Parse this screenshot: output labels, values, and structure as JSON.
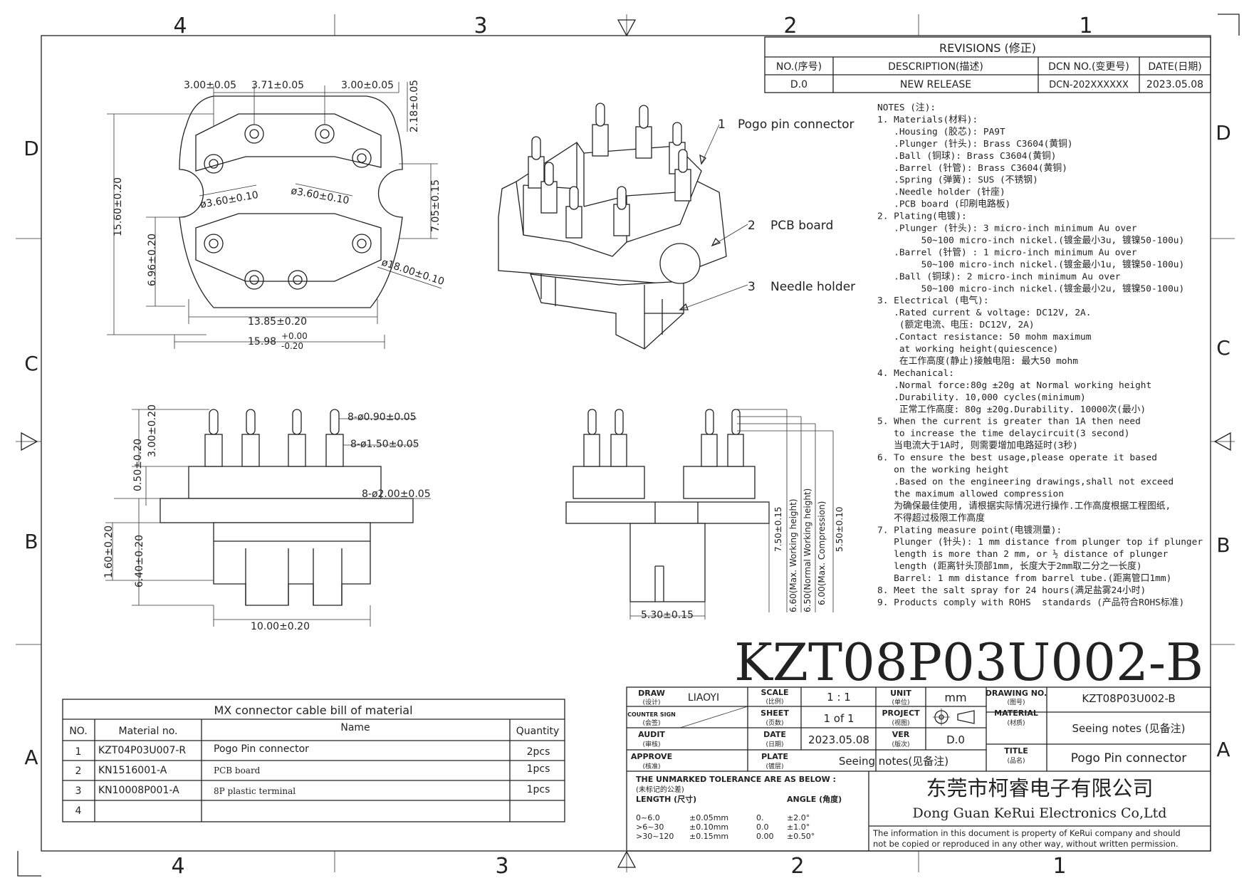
{
  "frame": {
    "top_zones": [
      "4",
      "3",
      "2",
      "1"
    ],
    "bottom_zones": [
      "4",
      "3",
      "2",
      "1"
    ],
    "left_zones": [
      "D",
      "C",
      "B",
      "A"
    ],
    "right_zones": [
      "D",
      "C",
      "B",
      "A"
    ]
  },
  "revisions": {
    "title": "REVISIONS (修正)",
    "headers": [
      "NO.(序号)",
      "DESCRIPTION(描述)",
      "DCN NO.(变更号)",
      "DATE(日期)"
    ],
    "row": [
      "D.0",
      "NEW RELEASE",
      "DCN-202XXXXXX",
      "2023.05.08"
    ]
  },
  "top_view": {
    "dims": [
      "3.00±0.05",
      "3.71±0.05",
      "3.00±0.05",
      "2.18±0.05",
      "15.60±0.20",
      "7.05±0.15",
      "6.96±0.20",
      "ø3.60±0.10",
      "ø3.60±0.10",
      "ø18.00±0.10",
      "13.85±0.20",
      "15.98"
    ],
    "tol_upper": "+0.00",
    "tol_lower": "-0.20"
  },
  "iso_labels": [
    {
      "num": "1",
      "text": "Pogo pin connector"
    },
    {
      "num": "2",
      "text": "PCB board"
    },
    {
      "num": "3",
      "text": "Needle holder"
    }
  ],
  "front_view": {
    "dims": [
      "8-ø0.90±0.05",
      "8-ø1.50±0.05",
      "8-ø2.00±0.05",
      "3.00±0.20",
      "0.50±0.20",
      "1.60±0.20",
      "6.40±0.20",
      "10.00±0.20"
    ]
  },
  "side_view": {
    "dims": [
      "7.50±0.15",
      "6.60(Max. Working height)",
      "6.50(Normal Working height)",
      "6.00(Max. Compression)",
      "5.50±0.10",
      "5.30±0.15"
    ]
  },
  "notes": [
    "NOTES (注):",
    "1. Materials(材料):",
    "   .Housing (胶芯): PA9T",
    "   .Plunger (针头): Brass C3604(黄铜)",
    "   .Ball (铜球): Brass C3604(黄铜)",
    "   .Barrel (针管): Brass C3604(黄铜)",
    "   .Spring (弹簧): SUS (不锈钢)",
    "   .Needle holder (针座)",
    "   .PCB board (印刷电路板)",
    "2. Plating(电镀):",
    "   .Plunger (针头): 3 micro-inch minimum Au over",
    "        50~100 micro-inch nickel.(镀金最小3u, 镀镍50-100u)",
    "   .Barrel (针管) : 1 micro-inch minimum Au over",
    "        50~100 micro-inch nickel.(镀金最小1u, 镀镍50-100u)",
    "   .Ball (铜球): 2 micro-inch minimum Au over",
    "        50~100 micro-inch nickel.(镀金最小2u, 镀镍50-100u)",
    "3. Electrical (电气):",
    "   .Rated current & voltage: DC12V, 2A.",
    "    (额定电流、电压: DC12V, 2A)",
    "   .Contact resistance: 50 mohm maximum",
    "    at working height(quiescence)",
    "    在工作高度(静止)接触电阻: 最大50 mohm",
    "4. Mechanical:",
    "   .Normal force:80g ±20g at Normal working height",
    "   .Durability. 10,000 cycles(minimum)",
    "    正常工作高度: 80g ±20g.Durability. 10000次(最小)",
    "5. When the current is greater than 1A then need",
    "   to increase the time delaycircuit(3 second)",
    "   当电流大于1A时, 则需要增加电路延时(3秒)",
    "6. To ensure the best usage,please operate it based",
    "   on the working height",
    "   .Based on the engineering drawings,shall not exceed",
    "   the maximum allowed compression",
    "   为确保最佳使用, 请根据实际情况进行操作.工作高度根据工程图纸,",
    "   不得超过极限工作高度",
    "7. Plating measure point(电镀测量):",
    "   Plunger (针头): 1 mm distance from plunger top if plunger",
    "   length is more than 2 mm, or ½ distance of plunger",
    "   length (距离针头顶部1mm, 长度大于2mm取二分之一长度)",
    "   Barrel: 1 mm distance from barrel tube.(距离管口1mm)",
    "8. Meet the salt spray for 24 hours(满足盐雾24小时)",
    "9. Products comply with ROHS  standards (产品符合ROHS标准)"
  ],
  "part_number_large": "KZT08P03U002-B",
  "bom": {
    "title": "MX connector cable bill of material",
    "headers": [
      "NO.",
      "Material no.",
      "Name",
      "Quantity"
    ],
    "rows": [
      [
        "1",
        "KZT04P03U007-R",
        "Pogo Pin connector",
        "2pcs"
      ],
      [
        "2",
        "KN1516001-A",
        "PCB board",
        "1pcs"
      ],
      [
        "3",
        "KN10008P001-A",
        "8P plastic terminal",
        "1pcs"
      ],
      [
        "4",
        "",
        "",
        ""
      ]
    ]
  },
  "title_block": {
    "draw_label": "DRAW",
    "draw_label_cn": "(设计)",
    "draw_value": "LIAOYI",
    "scale_label": "SCALE",
    "scale_label_cn": "(比例)",
    "scale_value": "1 : 1",
    "unit_label": "UNIT",
    "unit_label_cn": "(单位)",
    "unit_value": "mm",
    "dwgno_label": "DRAWING NO.",
    "dwgno_label_cn": "(图号)",
    "dwgno_value": "KZT08P03U002-B",
    "counter_label": "COUNTER SIGN",
    "counter_label_cn": "(会签)",
    "sheet_label": "SHEET",
    "sheet_label_cn": "(页数)",
    "sheet_value": "1 of 1",
    "project_label": "PROJECT",
    "project_label_cn": "(视图)",
    "material_label": "MATERIAL",
    "material_label_cn": "(材质)",
    "material_value": "Seeing notes (见备注)",
    "audit_label": "AUDIT",
    "audit_label_cn": "(审核)",
    "date_label": "DATE",
    "date_label_cn": "(日期)",
    "date_value": "2023.05.08",
    "ver_label": "VER",
    "ver_label_cn": "(版次)",
    "ver_value": "D.0",
    "title_label": "TITLE",
    "title_label_cn": "(品名)",
    "title_value": "Pogo Pin connector",
    "approve_label": "APPROVE",
    "approve_label_cn": "(核准)",
    "plate_label": "PLATE",
    "plate_label_cn": "(镀层)",
    "plate_value": "Seeing notes(见备注)",
    "tol_title": "THE UNMARKED TOLERANCE ARE AS BELOW :",
    "tol_title_cn": "(未标记的公差)",
    "length_label": "LENGTH (尺寸)",
    "angle_label": "ANGLE (角度)",
    "tol_rows": [
      [
        "0~6.0",
        "±0.05mm",
        "0.",
        "±2.0°"
      ],
      [
        ">6~30",
        "±0.10mm",
        "0.0",
        "±1.0°"
      ],
      [
        ">30~120",
        "±0.15mm",
        "0.00",
        "±0.50°"
      ]
    ],
    "company_cn": "东莞市柯睿电子有限公司",
    "company_en": "Dong Guan KeRui Electronics Co,Ltd",
    "disclaimer_1": "The information in this document is property of KeRui company and should",
    "disclaimer_2": "not be copied or reproduced in any other way, without written permission."
  }
}
